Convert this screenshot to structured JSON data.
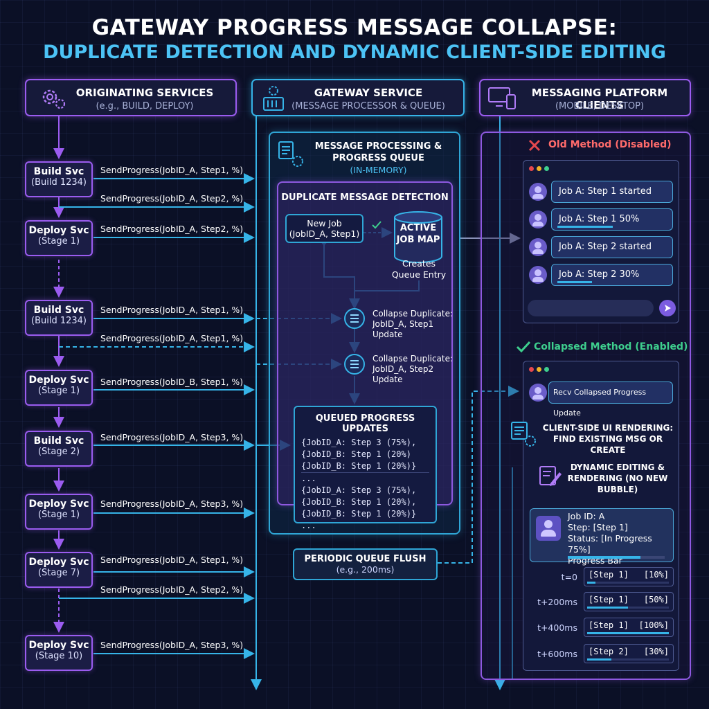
{
  "title": "GATEWAY PROGRESS MESSAGE COLLAPSE:",
  "subtitle": "DUPLICATE DETECTION AND DYNAMIC CLIENT-SIDE EDITING",
  "headers": {
    "origin": {
      "title": "ORIGINATING SERVICES",
      "sub": "(e.g., BUILD, DEPLOY)"
    },
    "gateway": {
      "title": "GATEWAY SERVICE",
      "sub": "(MESSAGE PROCESSOR & QUEUE)"
    },
    "clients": {
      "title": "MESSAGING PLATFORM CLIENTS",
      "sub": "(MOBILE, DESKTOP)"
    }
  },
  "services": [
    {
      "name": "Build Svc",
      "sub": "(Build 1234)"
    },
    {
      "name": "Deploy Svc",
      "sub": "(Stage 1)"
    },
    {
      "name": "Build Svc",
      "sub": "(Build 1234)"
    },
    {
      "name": "Deploy Svc",
      "sub": "(Stage 1)"
    },
    {
      "name": "Build Svc",
      "sub": "(Stage 2)"
    },
    {
      "name": "Deploy Svc",
      "sub": "(Stage 1)"
    },
    {
      "name": "Deploy Svc",
      "sub": "(Stage 7)"
    },
    {
      "name": "Deploy Svc",
      "sub": "(Stage 10)"
    }
  ],
  "calls": [
    "SendProgress(JobID_A, Step1, %)",
    "SendProgress(JobID_A, Step2, %)",
    "SendProgress(JobID_A, Step2, %)",
    "SendProgress(JobID_A, Step1, %)",
    "SendProgress(JobID_A, Step1, %)",
    "SendProgress(JobID_B, Step1, %)",
    "SendProgress(JobID_A, Step3, %)",
    "SendProgress(JobID_A, Step3, %)",
    "SendProgress(JobID_A, Step1, %)",
    "SendProgress(JobID_A, Step2, %)",
    "SendProgress(JobID_A, Step3, %)"
  ],
  "processing": {
    "title1": "MESSAGE PROCESSING &",
    "title2": "PROGRESS QUEUE",
    "sub": "(IN-MEMORY)"
  },
  "dup": {
    "title": "DUPLICATE MESSAGE DETECTION",
    "newjob1": "New Job",
    "newjob2": "(JobID_A, Step1)",
    "map1": "ACTIVE",
    "map2": "JOB MAP",
    "creates1": "Creates",
    "creates2": "Queue Entry",
    "collapse1": [
      "Collapse Duplicate:",
      "JobID_A, Step1",
      "Update"
    ],
    "collapse2": [
      "Collapse Duplicate:",
      "JobID_A, Step2",
      "Update"
    ]
  },
  "queued": {
    "title": "QUEUED PROGRESS UPDATES",
    "lines": [
      "{JobID_A: Step 3 (75%),",
      "{JobID_B: Step 1 (20%)",
      "{JobID_B: Step 1 (20%)}",
      "...",
      "{JobID_A: Step 3 (75%),",
      "{JobID_B: Step 1 (20%),",
      "{JobID_B: Step 1 (20%)}",
      "..."
    ]
  },
  "flush": {
    "title": "PERIODIC QUEUE FLUSH",
    "sub": "(e.g., 200ms)"
  },
  "old": {
    "label": "Old Method (Disabled)",
    "messages": [
      "Job A: Step 1 started",
      "Job A: Step 1 50%",
      "Job A: Step 2 started",
      "Job A: Step 2 30%"
    ]
  },
  "collapsed": {
    "label": "Collapsed Method (Enabled)",
    "recv": "Recv Collapsed Progress Update",
    "render1": "CLIENT-SIDE UI RENDERING:",
    "render2": "FIND EXISTING MSG OR CREATE",
    "edit1": "DYNAMIC EDITING &",
    "edit2": "RENDERING (NO NEW",
    "edit3": "BUBBLE)",
    "card": [
      "Job ID: A",
      "Step: [Step 1]",
      "Status: [In Progress 75%]",
      "Progress Bar"
    ],
    "card_progress": 0.75,
    "timeline": [
      {
        "t": "t=0",
        "step": "[Step 1]",
        "pct": "[10%]",
        "fill": 0.1
      },
      {
        "t": "t+200ms",
        "step": "[Step 1]",
        "pct": "[50%]",
        "fill": 0.5
      },
      {
        "t": "t+400ms",
        "step": "[Step 1]",
        "pct": "[100%]",
        "fill": 1.0
      },
      {
        "t": "t+600ms",
        "step": "[Step 2]",
        "pct": "[30%]",
        "fill": 0.3
      }
    ]
  },
  "colors": {
    "cyan": "#36b4e8",
    "purple": "#9b5cf0",
    "red": "#e5484d",
    "green": "#3ecf8e"
  }
}
